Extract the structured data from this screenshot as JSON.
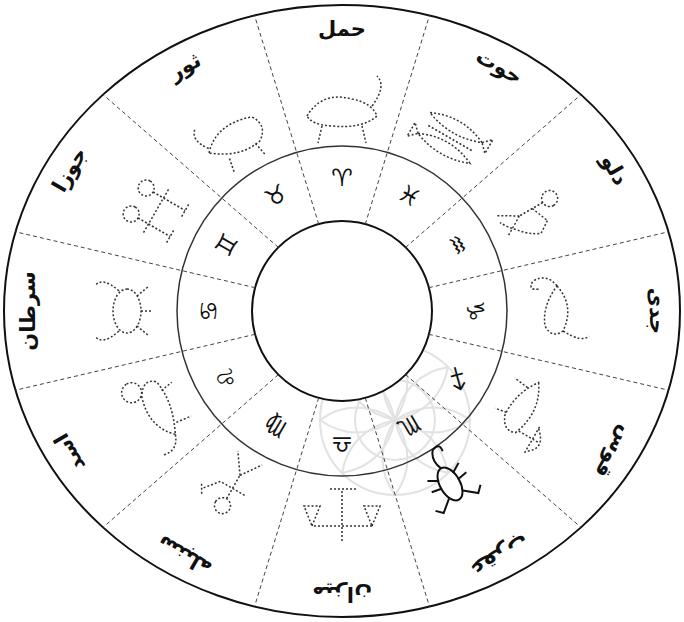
{
  "diagram": {
    "labels": [
      "حمل",
      "ثور",
      "جوزا",
      "سرطان",
      "اسد",
      "سنبله",
      "میزان",
      "عقرب",
      "قوس",
      "جدی",
      "دلو",
      "حوت",
      "♈",
      "♉",
      "♊",
      "♋",
      "♌",
      "♍",
      "♎",
      "♏",
      "♐",
      "♑",
      "♒",
      "♓"
    ]
  }
}
